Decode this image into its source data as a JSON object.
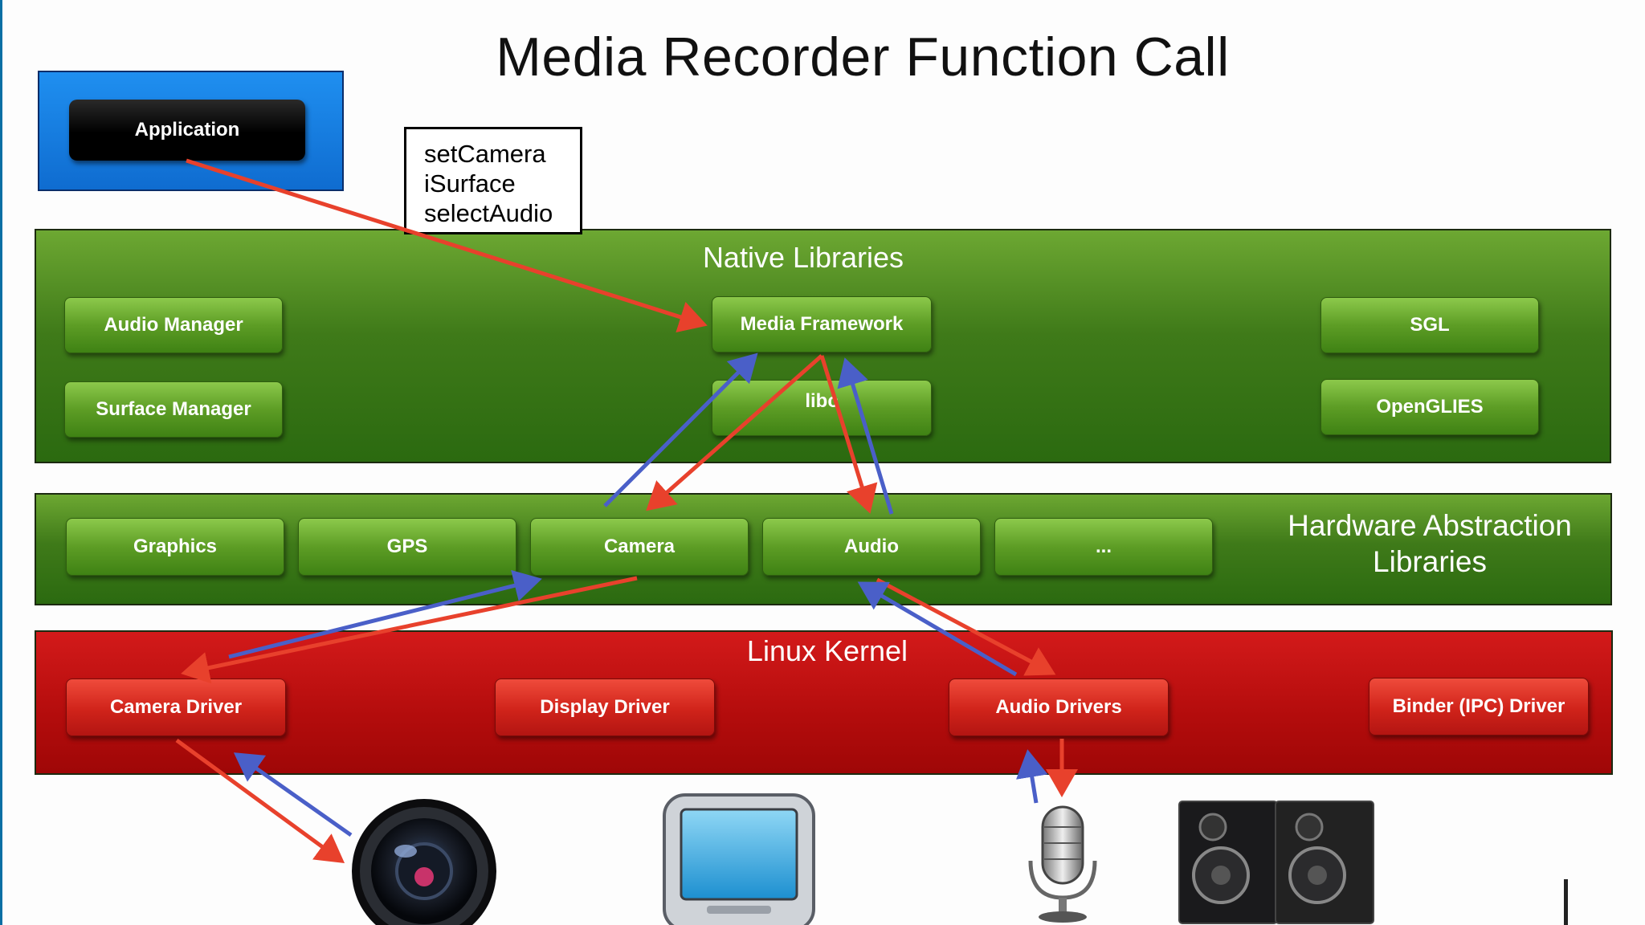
{
  "title": "Media Recorder Function Call",
  "application": {
    "label": "Application"
  },
  "callout": {
    "lines": [
      "setCamera",
      "iSurface",
      "selectAudio"
    ]
  },
  "native_libraries": {
    "title": "Native Libraries",
    "items": [
      "Audio Manager",
      "Surface Manager",
      "Media Framework",
      "libc",
      "SGL",
      "OpenGLIES"
    ]
  },
  "hal": {
    "title_line1": "Hardware Abstraction",
    "title_line2": "Libraries",
    "items": [
      "Graphics",
      "GPS",
      "Camera",
      "Audio",
      "..."
    ]
  },
  "kernel": {
    "title": "Linux Kernel",
    "items": [
      "Camera Driver",
      "Display Driver",
      "Audio Drivers",
      "Binder (IPC) Driver"
    ]
  },
  "devices": [
    "camera-icon",
    "monitor-icon",
    "microphone-icon",
    "speakers-icon"
  ],
  "colors": {
    "call_arrow": "#e8412c",
    "return_arrow": "#4a5fc8",
    "native_layer": "#3f7a19",
    "kernel_layer": "#b30c0c",
    "application_panel": "#1676e0"
  }
}
